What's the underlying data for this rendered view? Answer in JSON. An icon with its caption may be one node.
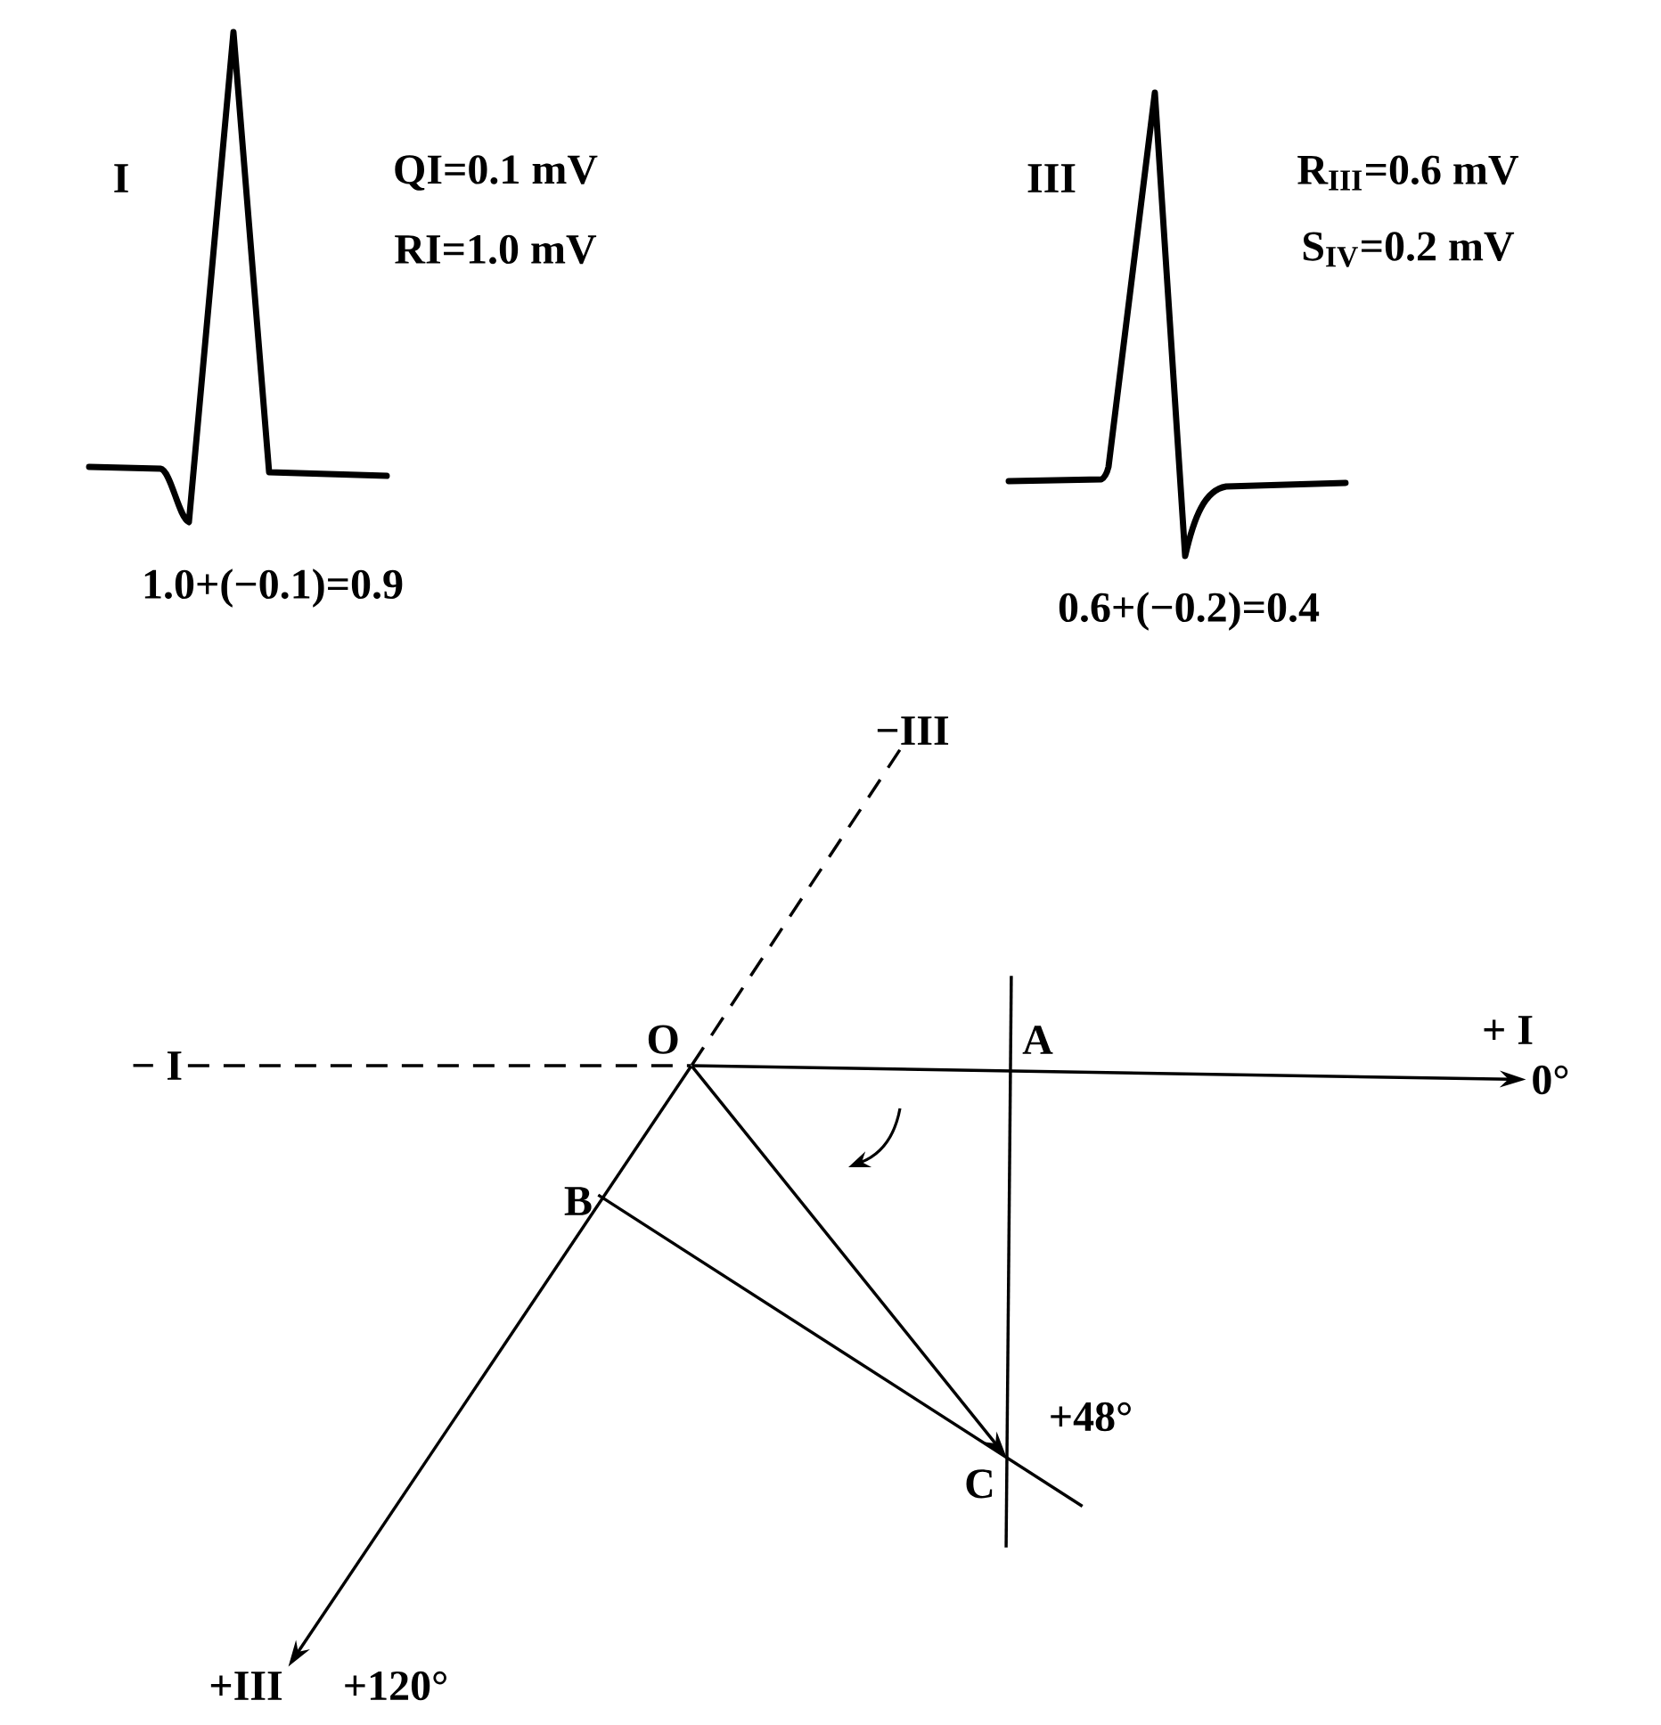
{
  "diagram": {
    "nodes": [
      {
        "text": [
          "−III"
        ]
      },
      {
        "text": [
          "O"
        ]
      },
      {
        "text": [
          "A"
        ]
      },
      {
        "text": [
          "− I"
        ]
      },
      {
        "text": [
          "0°"
        ],
        "beside": [
          "+ I"
        ]
      },
      {
        "text": [
          "B"
        ]
      },
      {
        "text": [
          "C"
        ],
        "beside": [
          "+48°"
        ]
      },
      {
        "text": [
          "+III"
        ],
        "beside": [
          "+120°"
        ]
      }
    ],
    "edges": [
      {
        "from": 3,
        "to": 1,
        "arrow": "none",
        "style": "dashed"
      },
      {
        "from": 1,
        "to": 0,
        "arrow": "none",
        "style": "dashed"
      },
      {
        "from": 1,
        "to": 4,
        "arrow": "to"
      },
      {
        "from": 1,
        "to": 7,
        "arrow": "to"
      },
      {
        "from": 1,
        "to": 6,
        "arrow": "to"
      },
      {
        "from": 2,
        "to": 6,
        "arrow": "none"
      },
      {
        "from": 5,
        "to": 6,
        "arrow": "none"
      }
    ],
    "labels": [
      "I",
      "QI=0.1 mV",
      "RI=1.0 mV",
      "1.0+(−0.1)=0.9",
      "III",
      "R$_{III}$=0.6 mV",
      "S$_{IV}$=0.2 mV",
      "0.6+(−0.2)=0.4"
    ]
  }
}
